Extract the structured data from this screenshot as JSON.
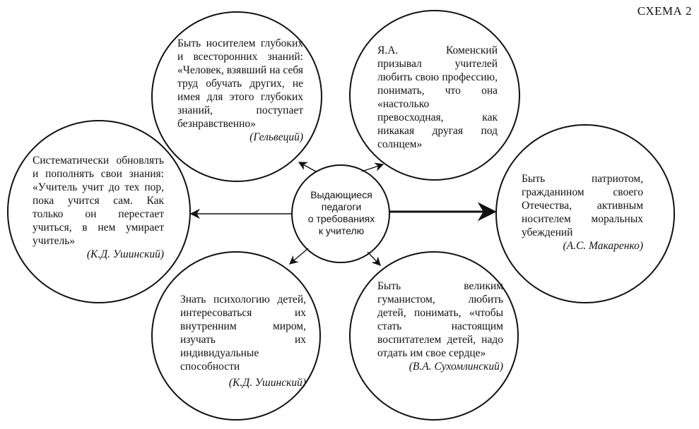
{
  "scheme_label": "СХЕМА 2",
  "center": {
    "lines": [
      "Выдающиеся",
      "педагоги",
      "о требованиях",
      "к учителю"
    ]
  },
  "nodes": {
    "top_left": {
      "text": "Быть носителем глубоких и всесторонних знаний: «Человек, взявший на себя труд обучать других, не имея для этого глубоких знаний, поступает безнравственно»",
      "author": "(Гельвеций)"
    },
    "top_right": {
      "text": "Я.А. Коменский призывал учителей любить свою профессию, понимать, что она «настолько превосходная, как никакая другая под солнцем»",
      "author": ""
    },
    "left": {
      "text": "Систематически обновлять и пополнять свои знания: «Учитель учит до тех пор, пока учится сам. Как только он перестает учиться, в нем умирает учитель»",
      "author": "(К.Д. Ушинский)"
    },
    "right": {
      "text": "Быть патриотом, гражданином своего Отечества, активным носителем моральных убеждений",
      "author": "(А.С. Макаренко)"
    },
    "bottom_left": {
      "text": "Знать психологию детей, интересоваться их внутренним миром, изучать их индивидуальные способности",
      "author": "(К.Д. Ушинский)"
    },
    "bottom_right": {
      "text": "Быть великим гуманистом, любить детей, понимать, «чтобы стать настоящим воспитателем детей, надо отдать им свое сердце»",
      "author": "(В.А. Сухомлинский)"
    }
  }
}
